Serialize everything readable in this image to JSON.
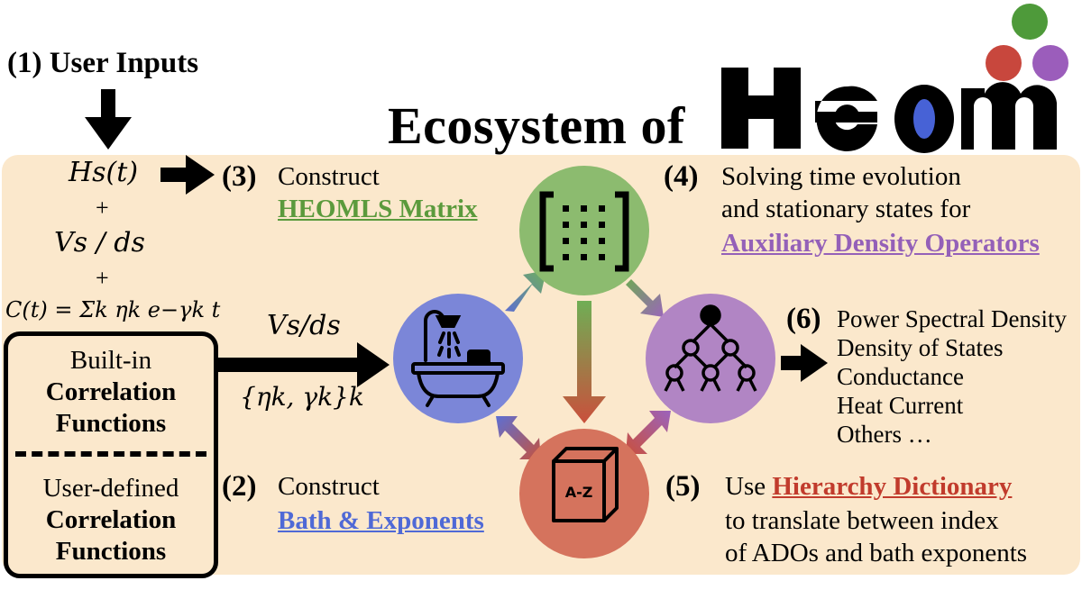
{
  "header": {
    "step1": "(1) User Inputs",
    "title": "Ecosystem of",
    "logo_text": "Heom"
  },
  "inputs": {
    "hamiltonian": "Hs(t)",
    "plus1": "+",
    "coupling": "Vs / ds",
    "plus2": "+",
    "correlation": "C(t) = Σk ηk e−γk t"
  },
  "correlation_box": {
    "builtin_1": "Built-in",
    "builtin_2": "Correlation",
    "builtin_3": "Functions",
    "user_1": "User-defined",
    "user_2": "Correlation",
    "user_3": "Functions"
  },
  "bath_arrow": {
    "top_label": "Vs/ds",
    "bottom_label": "{ηk, γk}k"
  },
  "step3": {
    "num": "(3)",
    "line1": "Construct",
    "line2": "HEOMLS Matrix"
  },
  "step4": {
    "num": "(4)",
    "line1": "Solving time evolution",
    "line2": "and stationary states for",
    "line3": "Auxiliary Density Operators"
  },
  "step2": {
    "num": "(2)",
    "line1": "Construct",
    "line2": "Bath & Exponents"
  },
  "step5": {
    "num": "(5)",
    "line1_a": "Use ",
    "line1_b": "Hierarchy Dictionary",
    "line2": "to translate between index",
    "line3": "of ADOs and bath exponents"
  },
  "step6": {
    "num": "(6)",
    "items": [
      "Power Spectral Density",
      "Density of States",
      "Conductance",
      "Heat Current",
      "Others …"
    ]
  },
  "icons": {
    "matrix": "matrix-icon",
    "bath": "bathtub-icon",
    "tree": "hierarchy-tree-icon",
    "dictionary": "a-z-cube-icon",
    "cube_label": "A-Z"
  },
  "colors": {
    "panel": "#fbe8cc",
    "green": "#8cbb6f",
    "blue": "#7b86d8",
    "purple": "#b185c4",
    "red": "#d5735d",
    "logo_dot_green": "#4e9a3a",
    "logo_dot_red": "#c8473d",
    "logo_dot_purple": "#9b5dbb",
    "logo_o": "#4762d6"
  }
}
